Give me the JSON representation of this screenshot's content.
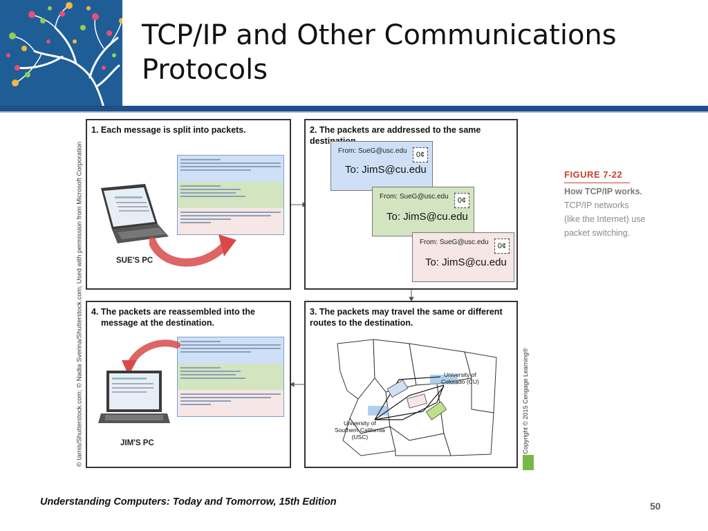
{
  "slide": {
    "title_line1": "TCP/IP and Other Communications",
    "title_line2": "Protocols",
    "footer": "Understanding Computers: Today and Tomorrow, 15th Edition",
    "page_number": "50"
  },
  "figure": {
    "credit": "© tarnis/Shutterstock.com; © Nadia Sverina/Shutterstock.com; Used with permission from Microsoft Corporation",
    "copyright": "Copyright © 2015 Cengage Learning®",
    "panels": [
      {
        "num": "1.",
        "text": "Each message is split into packets."
      },
      {
        "num": "2.",
        "text": "The packets are addressed to the same destination."
      },
      {
        "num": "3.",
        "text": "The packets may travel the same or different routes to the destination."
      },
      {
        "num": "4.",
        "text": "The packets are reassembled into the message at the destination."
      }
    ],
    "sender_label": "SUE'S PC",
    "receiver_label": "JIM'S PC",
    "envelope": {
      "from": "From: SueG@usc.edu",
      "to": "To: JimS@cu.edu",
      "stamp": "0¢"
    },
    "map": {
      "origin": "University of Southern California (USC)",
      "origin_lines": [
        "University of",
        "Southern California",
        "(USC)"
      ],
      "destination_lines": [
        "University of",
        "Colorado (CU)"
      ]
    }
  },
  "caption": {
    "figure_number": "FIGURE 7-22",
    "heading": "How TCP/IP works.",
    "lines": [
      "TCP/IP networks",
      "(like the Internet) use",
      "packet switching."
    ]
  },
  "colors": {
    "accent": "#1f4e8a",
    "envelope_blue": "#cfe0f6",
    "envelope_green": "#d3e4c0",
    "envelope_pink": "#f6e6e6",
    "caption_red": "#c1442b",
    "arrow_red": "#d84a4a"
  }
}
